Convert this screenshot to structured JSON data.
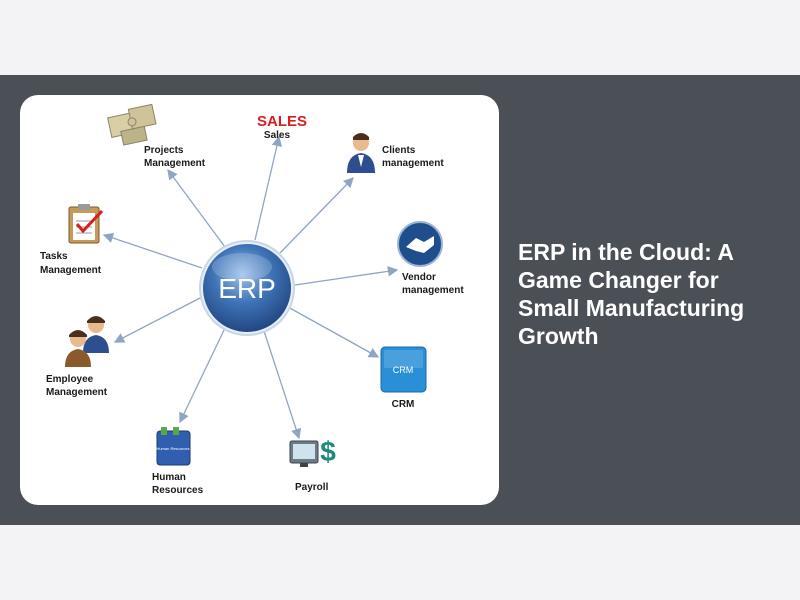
{
  "caption": "ERP in the Cloud: A Game Changer for Small Manufacturing Growth",
  "diagram": {
    "center_label": "ERP",
    "sales_logo_text": "SALES",
    "crm_icon_text": "CRM",
    "hr_icon_text": "Human Resources",
    "nodes": [
      {
        "id": "projects",
        "lines": [
          "Projects",
          "Management"
        ],
        "icon": "puzzle-icon"
      },
      {
        "id": "sales",
        "lines": [
          "Sales"
        ],
        "icon": "sales-logo-icon"
      },
      {
        "id": "clients",
        "lines": [
          "Clients",
          "management"
        ],
        "icon": "businessman-icon"
      },
      {
        "id": "vendor",
        "lines": [
          "Vendor",
          "management"
        ],
        "icon": "handshake-icon"
      },
      {
        "id": "crm",
        "lines": [
          "CRM"
        ],
        "icon": "crm-box-icon"
      },
      {
        "id": "payroll",
        "lines": [
          "Payroll"
        ],
        "icon": "monitor-dollar-icon"
      },
      {
        "id": "hr",
        "lines": [
          "Human",
          "Resources"
        ],
        "icon": "hr-binder-icon"
      },
      {
        "id": "employee",
        "lines": [
          "Employee",
          "Management"
        ],
        "icon": "people-icon"
      },
      {
        "id": "tasks",
        "lines": [
          "Tasks",
          "Management"
        ],
        "icon": "clipboard-check-icon"
      }
    ]
  },
  "colors": {
    "band": "#4b4f56",
    "erp_blue": "#2f5f9e",
    "arrow": "#8fa6c2",
    "crm_blue": "#2b8fd8",
    "vendor_blue": "#1e4e8c",
    "sales_red": "#d62020"
  }
}
